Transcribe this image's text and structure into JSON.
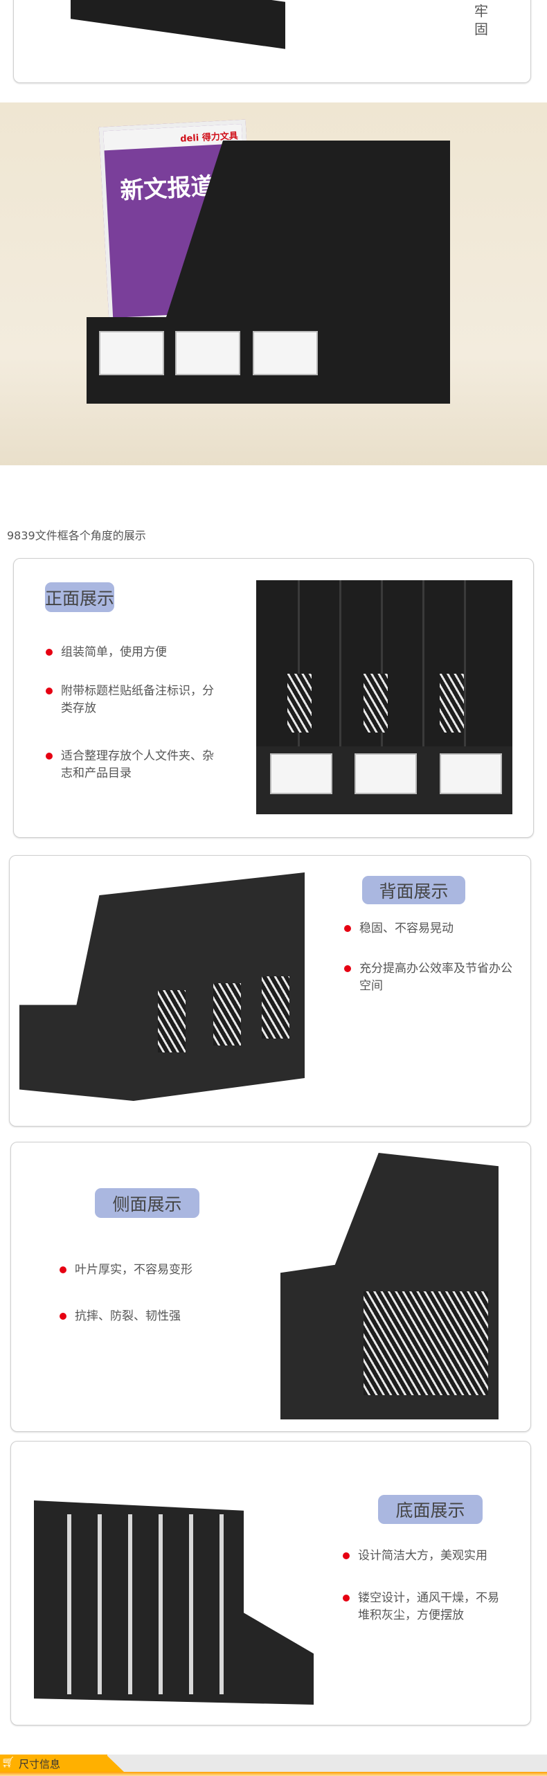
{
  "top_card": {
    "side_text": "牢\n固"
  },
  "caption": "9839文件框各个角度的展示",
  "sections": [
    {
      "title": "正面展示",
      "bullets": [
        "组装简单，使用方便",
        "附带标题栏贴纸备注标识，分类存放",
        "适合整理存放个人文件夹、杂志和产品目录"
      ]
    },
    {
      "title": "背面展示",
      "bullets": [
        "稳固、不容易晃动",
        "充分提高办公效率及节省办公空间"
      ]
    },
    {
      "title": "侧面展示",
      "bullets": [
        "叶片厚实，不容易变形",
        "抗摔、防裂、韧性强"
      ]
    },
    {
      "title": "底面展示",
      "bullets": [
        "设计简洁大方，美观实用",
        "镂空设计，通风干燥，不易堆积灰尘，方便摆放"
      ]
    }
  ],
  "photo": {
    "magazine_title": "新文报道",
    "brand": "deli 得力文具"
  },
  "footer": {
    "label": "尺寸信息",
    "icon": "cart-icon"
  },
  "colors": {
    "accent": "#e60012",
    "pill": "#aab7e0",
    "footer": "#ffb000"
  }
}
